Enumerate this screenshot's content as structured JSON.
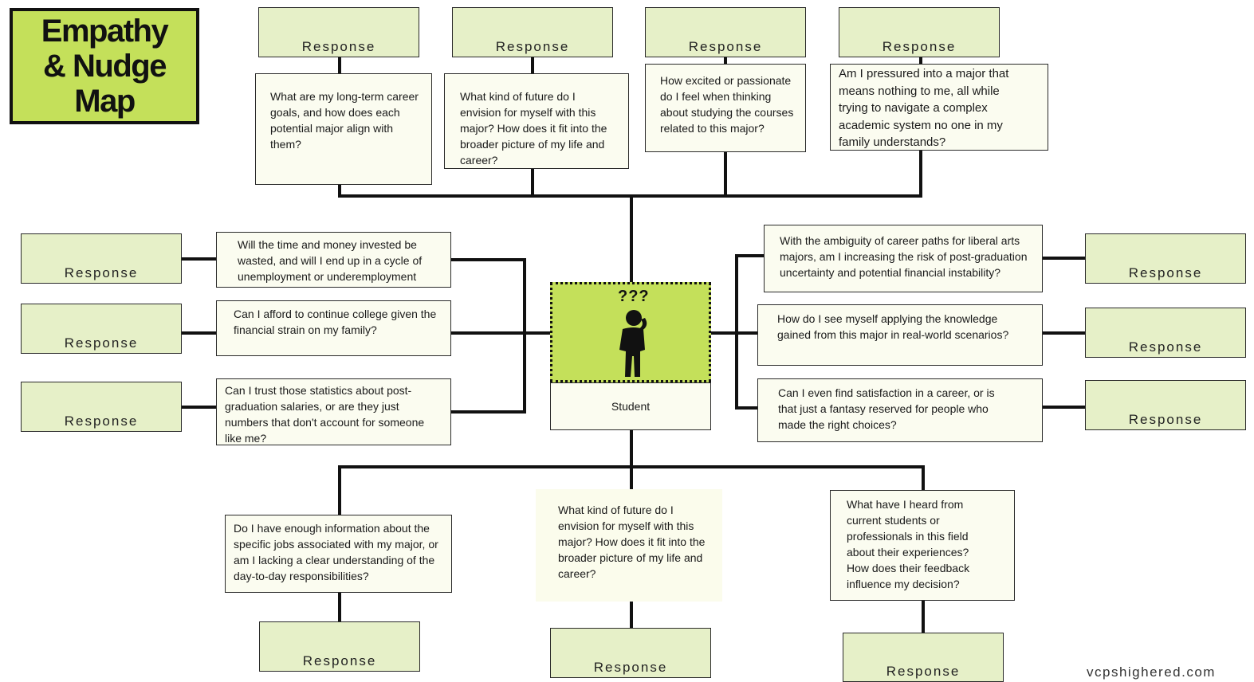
{
  "title": "Empathy\n& Nudge\nMap",
  "response_label": "Response",
  "center": {
    "label": "Student",
    "symbol": "???",
    "icon": "confused-person-icon"
  },
  "questions": {
    "top_1": "What are my long-term career goals, and how does each potential major align with them?",
    "top_2": "What kind of future do I envision for myself with this major? How does it fit into the broader picture of my life and career?",
    "top_3": "How excited or passionate do I feel when thinking about studying the courses related to this major?",
    "top_4": "Am I pressured into a major that means nothing to me, all while trying to navigate a complex academic system no one in my family understands?",
    "left_1": "Will the time and money invested be wasted, and will I end up in a cycle of unemployment or underemployment",
    "left_2": "Can I afford to continue college given the financial strain on my family?",
    "left_3": "Can I trust those statistics about post-graduation salaries, or are they just numbers that don't account for someone like me?",
    "right_1": "With the ambiguity of career paths for liberal arts majors, am I increasing the risk of post-graduation uncertainty and potential financial instability?",
    "right_2": "How do I see myself applying the knowledge gained from this major in real-world scenarios?",
    "right_3": "Can I even find satisfaction in a career, or is that just a fantasy reserved for people who made the right choices?",
    "bottom_1": "Do I have enough information about the specific jobs associated with my major, or am I lacking a clear understanding of the day-to-day responsibilities?",
    "bottom_2": "What kind of future do I envision for myself with this major? How does it fit into the broader picture of my life and career?",
    "bottom_3": "What have I heard from current students or professionals in this field about their experiences? How does their feedback influence my decision?"
  },
  "footer": "vcpshighered.com",
  "colors": {
    "accent_green": "#c4e05a",
    "response_fill": "#e6f0c8",
    "note_fill": "#fbfcf0",
    "line": "#111111"
  }
}
